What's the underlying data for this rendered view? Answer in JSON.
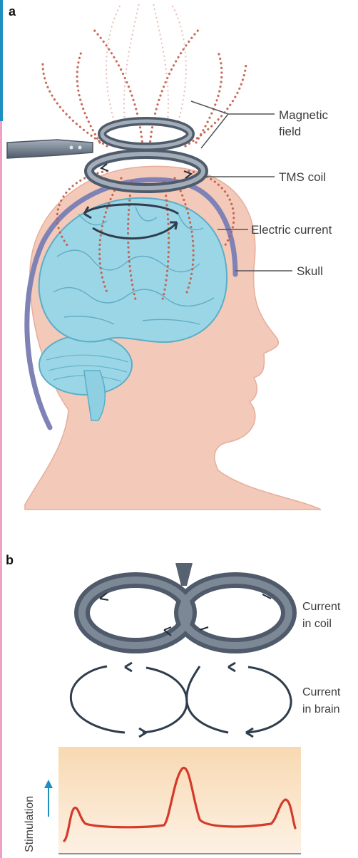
{
  "panel_a": {
    "letter": "a",
    "labels": {
      "magnetic_field_1": "Magnetic",
      "magnetic_field_2": "field",
      "tms_coil": "TMS coil",
      "electric_current": "Electric current",
      "skull": "Skull"
    }
  },
  "panel_b": {
    "letter": "b",
    "labels": {
      "current_in_coil_1": "Current",
      "current_in_coil_2": "in coil",
      "current_in_brain_1": "Current",
      "current_in_brain_2": "in brain",
      "stimulation_axis": "Stimulation"
    }
  },
  "colors": {
    "skin": "#f3c9b9",
    "brain": "#9bd6e6",
    "brain_outline": "#5aaec8",
    "skull": "#7f82b5",
    "coil": "#6e7b8b",
    "field_dots": "#c55a45",
    "curve": "#d43a2a",
    "plot_bg": "#fbe3c6"
  }
}
